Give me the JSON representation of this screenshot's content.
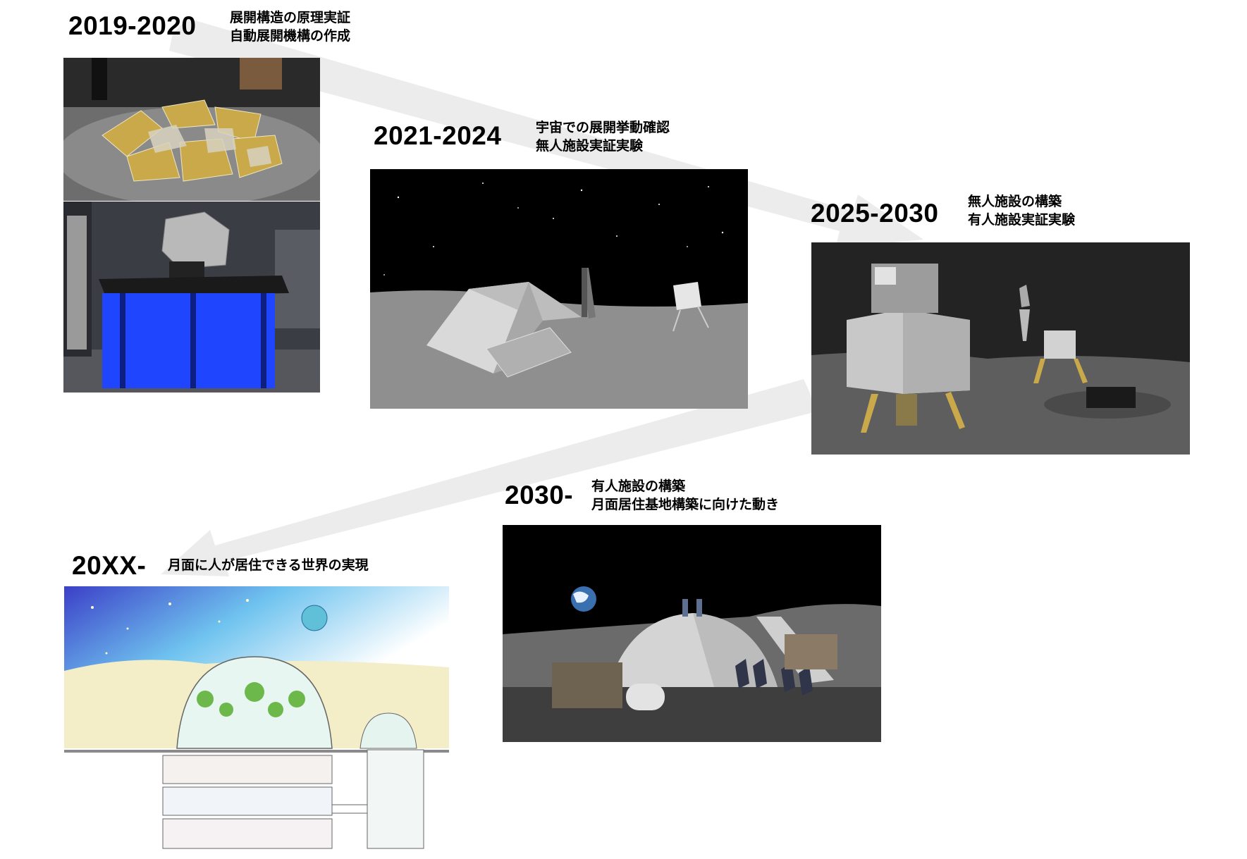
{
  "stages": [
    {
      "period": "2019-2020",
      "lines": [
        "展開構造の原理実証",
        "自動展開機構の作成"
      ]
    },
    {
      "period": "2021-2024",
      "lines": [
        "宇宙での展開挙動確認",
        "無人施設実証実験"
      ]
    },
    {
      "period": "2025-2030",
      "lines": [
        "無人施設の構築",
        "有人施設実証実験"
      ]
    },
    {
      "period": "2030-",
      "lines": [
        "有人施設の構築",
        "月面居住基地構築に向けた動き"
      ]
    },
    {
      "period": "20XX-",
      "lines": [
        "月面に人が居住できる世界の実現"
      ]
    }
  ],
  "colors": {
    "arrow": "#ebebeb",
    "space": "#000000",
    "lunar_ground": "#8f8f8f",
    "display_blue": "#1f45ff",
    "foil_gold": "#c9a94a"
  }
}
